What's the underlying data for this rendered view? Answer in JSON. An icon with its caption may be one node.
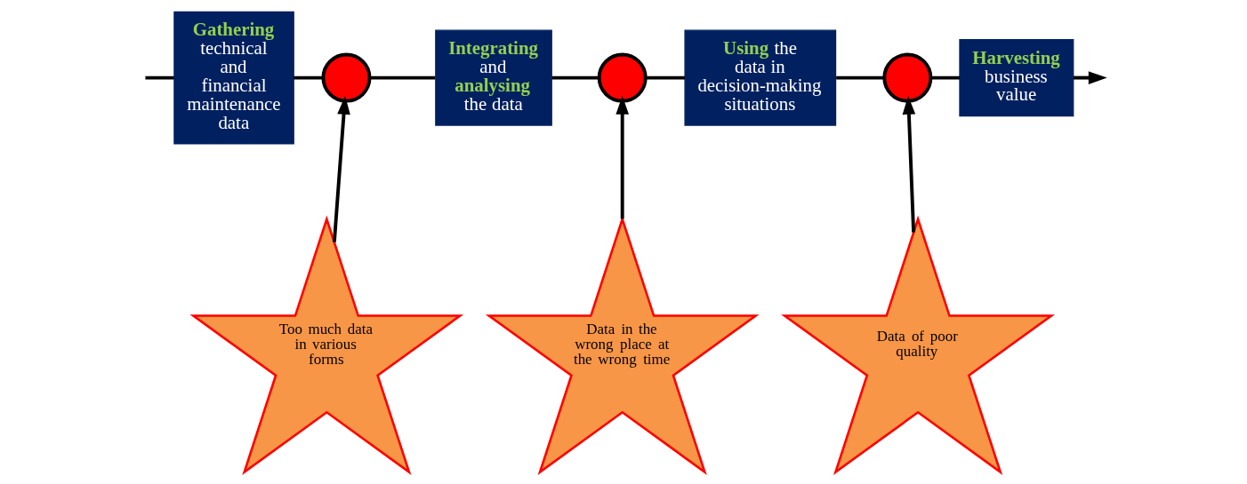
{
  "diagram": {
    "nodes": [
      {
        "text": [
          "**Gathering** technical and financial maintenance data"
        ]
      },
      {
        "text": [],
        "shape": "circle"
      },
      {
        "text": [
          "**Integrating** and **analysing** the data"
        ]
      },
      {
        "text": [],
        "shape": "circle"
      },
      {
        "text": [
          "**Using** the data in decision-making situations"
        ]
      },
      {
        "text": [],
        "shape": "circle"
      },
      {
        "text": [
          "**Harvesting** business value"
        ]
      },
      {
        "text": [
          "Too much data in various forms"
        ]
      },
      {
        "text": [
          "Data in the wrong place at the wrong time"
        ]
      },
      {
        "text": [
          "Data of poor quality"
        ]
      }
    ],
    "edges": [
      {
        "from": null,
        "to": 0,
        "arrow": "none"
      },
      {
        "from": 0,
        "to": 1,
        "arrow": "none"
      },
      {
        "from": 1,
        "to": 2,
        "arrow": "none"
      },
      {
        "from": 2,
        "to": 3,
        "arrow": "none"
      },
      {
        "from": 3,
        "to": 4,
        "arrow": "none"
      },
      {
        "from": 4,
        "to": 5,
        "arrow": "none"
      },
      {
        "from": 5,
        "to": 6,
        "arrow": "none"
      },
      {
        "from": 6,
        "to": null,
        "arrow": "to"
      },
      {
        "from": 7,
        "to": 1,
        "arrow": "to"
      },
      {
        "from": 8,
        "to": 3,
        "arrow": "to"
      },
      {
        "from": 9,
        "to": 5,
        "arrow": "to"
      }
    ]
  }
}
